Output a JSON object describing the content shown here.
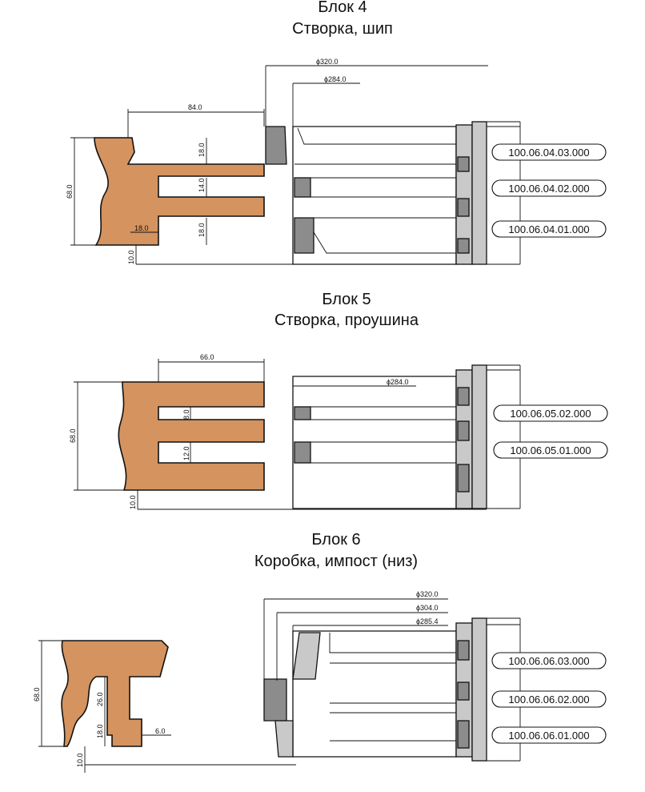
{
  "blocks": [
    {
      "title": "Блок 4",
      "subtitle": "Створка, шип",
      "dims": {
        "width": "84.0",
        "height": "68.0",
        "top": "18.0",
        "mid": "14.0",
        "bottom": "18.0",
        "step": "18.0",
        "base": "10.0"
      },
      "diameters": [
        "ϕ320.0",
        "ϕ284.0"
      ],
      "codes": [
        "100.06.04.03.000",
        "100.06.04.02.000",
        "100.06.04.01.000"
      ]
    },
    {
      "title": "Блок 5",
      "subtitle": "Створка, проушина",
      "dims": {
        "width": "66.0",
        "height": "68.0",
        "gap1": "8.0",
        "gap2": "12.0",
        "base": "10.0"
      },
      "diameters": [
        "ϕ284.0"
      ],
      "codes": [
        "100.06.05.02.000",
        "100.06.05.01.000"
      ]
    },
    {
      "title": "Блок 6",
      "subtitle": "Коробка, импост (низ)",
      "dims": {
        "height": "68.0",
        "d1": "26.0",
        "d2": "18.0",
        "d3": "6.0",
        "base": "10.0"
      },
      "diameters": [
        "ϕ320.0",
        "ϕ304.0",
        "ϕ285.4"
      ],
      "codes": [
        "100.06.06.03.000",
        "100.06.06.02.000",
        "100.06.06.01.000"
      ]
    }
  ],
  "colors": {
    "wood": "#d4935f",
    "steel": "#c9c9c9",
    "knife": "#8c8c8c",
    "line": "#111111"
  }
}
